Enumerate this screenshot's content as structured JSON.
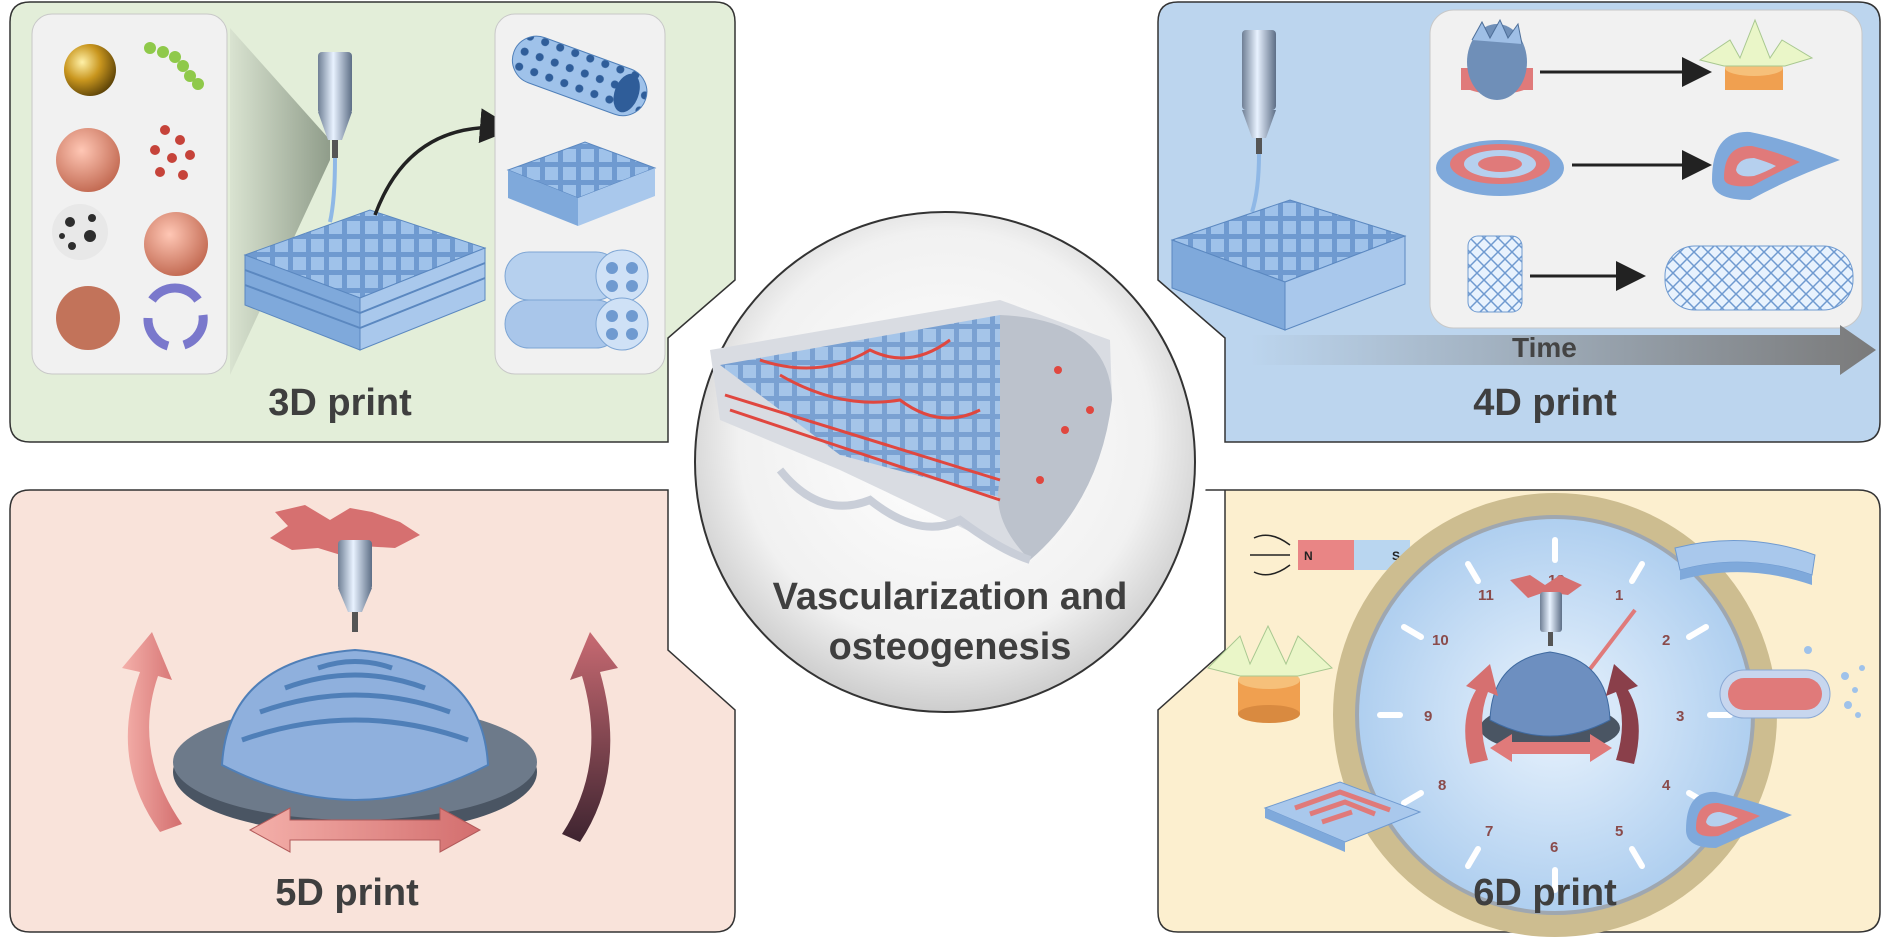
{
  "center": {
    "line1": "Vascularization and",
    "line2": "osteogenesis"
  },
  "panels": {
    "p3d": {
      "label": "3D print"
    },
    "p4d": {
      "label": "4D print",
      "time_label": "Time"
    },
    "p5d": {
      "label": "5D print"
    },
    "p6d": {
      "label": "6D print",
      "clock_numbers": [
        "12",
        "1",
        "2",
        "3",
        "4",
        "5",
        "6",
        "7",
        "8",
        "9",
        "10",
        "11"
      ],
      "magnet_n": "N",
      "magnet_s": "S"
    }
  },
  "colors": {
    "panel_3d": "#e3eed9",
    "panel_4d": "#bcd5ee",
    "panel_5d": "#f9e3da",
    "panel_6d": "#fcefcf",
    "scaffold_blue": "#8fb8e6",
    "arrow_pink": "#e98c8c",
    "vessel_red": "#e0473f"
  },
  "icons": [
    "nozzle-icon",
    "gold-nanoparticle-icon",
    "polymer-chain-icon",
    "cell-cluster-icon",
    "red-particles-icon",
    "porous-sphere-icon",
    "textured-sphere-icon",
    "cell-icon",
    "cycle-arrows-icon",
    "hollow-tube-icon",
    "grid-scaffold-icon",
    "multichannel-tube-icon",
    "flower-actuator-icon",
    "spiral-disc-icon",
    "stent-icon",
    "clock-icon",
    "magnet-icon",
    "dome-scaffold-icon",
    "rotation-arrows-icon"
  ]
}
